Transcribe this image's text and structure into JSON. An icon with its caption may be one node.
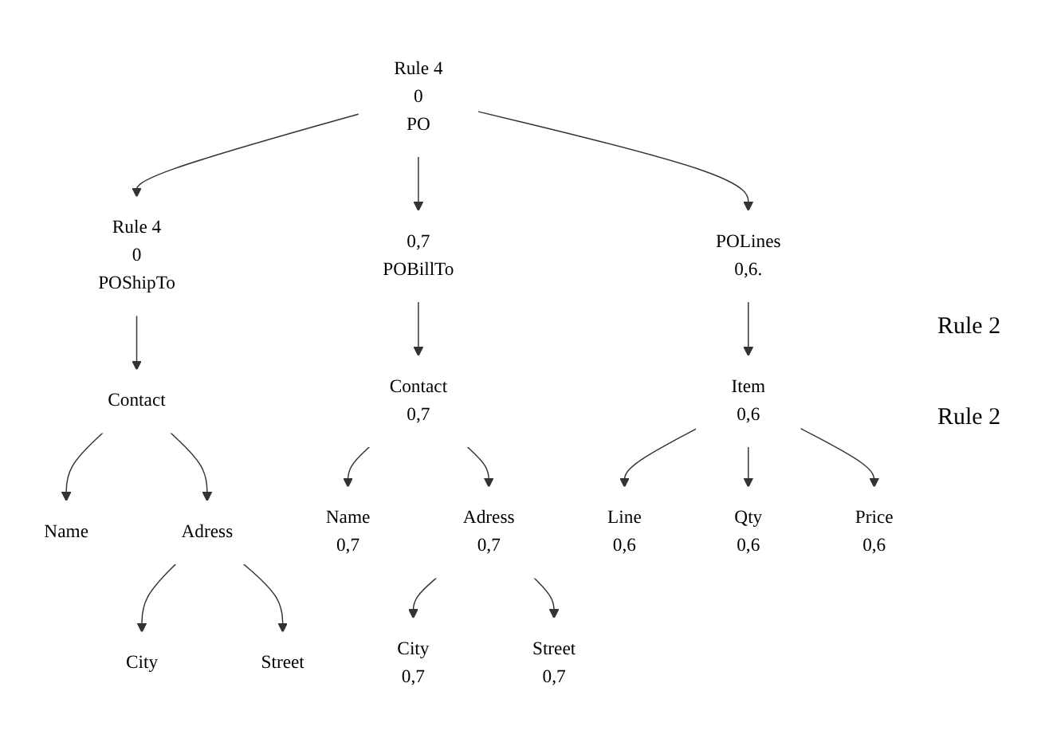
{
  "diagram": {
    "nodes": [
      {
        "text": [
          "Rule 4",
          "0",
          "PO"
        ]
      },
      {
        "text": [
          "Rule 4",
          "0",
          "POShipTo"
        ]
      },
      {
        "text": [
          "Contact"
        ]
      },
      {
        "text": [
          "Name"
        ]
      },
      {
        "text": [
          "Adress"
        ]
      },
      {
        "text": [
          "City"
        ]
      },
      {
        "text": [
          "Street"
        ]
      },
      {
        "text": [
          "0,7",
          "POBillTo"
        ]
      },
      {
        "text": [
          "Contact",
          "0,7"
        ]
      },
      {
        "text": [
          "Name",
          "0,7"
        ]
      },
      {
        "text": [
          "Adress",
          "0,7"
        ]
      },
      {
        "text": [
          "City",
          "0,7"
        ]
      },
      {
        "text": [
          "Street",
          "0,7"
        ]
      },
      {
        "text": [
          "POLines",
          "0,6."
        ]
      },
      {
        "text": [
          "Item",
          "0,6"
        ]
      },
      {
        "text": [
          "Line",
          "0,6"
        ]
      },
      {
        "text": [
          "Qty",
          "0,6"
        ]
      },
      {
        "text": [
          "Price",
          "0,6"
        ]
      }
    ],
    "edges": [
      {
        "from": 0,
        "to": 1,
        "arrow": "to"
      },
      {
        "from": 0,
        "to": 7,
        "arrow": "to"
      },
      {
        "from": 0,
        "to": 13,
        "arrow": "to"
      },
      {
        "from": 1,
        "to": 2,
        "arrow": "to"
      },
      {
        "from": 2,
        "to": 3,
        "arrow": "to"
      },
      {
        "from": 2,
        "to": 4,
        "arrow": "to"
      },
      {
        "from": 4,
        "to": 5,
        "arrow": "to"
      },
      {
        "from": 4,
        "to": 6,
        "arrow": "to"
      },
      {
        "from": 7,
        "to": 8,
        "arrow": "to"
      },
      {
        "from": 8,
        "to": 9,
        "arrow": "to"
      },
      {
        "from": 8,
        "to": 10,
        "arrow": "to"
      },
      {
        "from": 10,
        "to": 11,
        "arrow": "to"
      },
      {
        "from": 10,
        "to": 12,
        "arrow": "to"
      },
      {
        "from": 13,
        "to": 14,
        "arrow": "to"
      },
      {
        "from": 14,
        "to": 15,
        "arrow": "to"
      },
      {
        "from": 14,
        "to": 16,
        "arrow": "to"
      },
      {
        "from": 14,
        "to": 17,
        "arrow": "to"
      }
    ],
    "labels": [
      "Rule 2",
      "Rule 2"
    ]
  }
}
